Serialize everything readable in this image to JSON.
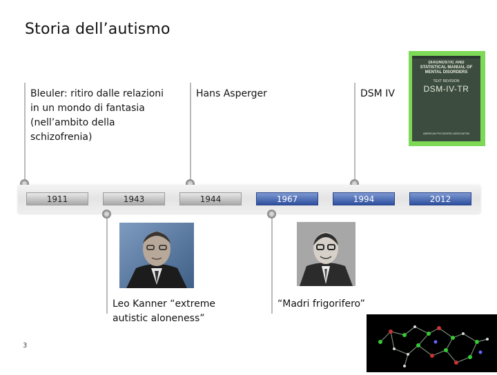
{
  "slide": {
    "title": "Storia dell’autismo",
    "page_number": "3"
  },
  "top_events": [
    {
      "text": "Bleuler: ritiro dalle relazioni in un mondo di fantasia (nell’ambito della schizofrenia)"
    },
    {
      "text": "Hans Asperger"
    },
    {
      "text": "DSM IV"
    }
  ],
  "bottom_events": [
    {
      "text": "Leo Kanner “extreme autistic aloneness”"
    },
    {
      "text": "“Madri frigorifero”"
    }
  ],
  "years": [
    "1911",
    "1943",
    "1944",
    "1967",
    "1994",
    "2012"
  ],
  "book": {
    "header": "DIAGNOSTIC AND STATISTICAL MANUAL OF MENTAL DISORDERS",
    "subtitle": "TEXT REVISION",
    "edition": "DSM-IV-TR",
    "publisher": "AMERICAN PSYCHIATRIC ASSOCIATION"
  },
  "colors": {
    "book_frame": "#7ed957",
    "book_cover": "#3c4d40",
    "timeline_blue": "#2e4f9e"
  }
}
